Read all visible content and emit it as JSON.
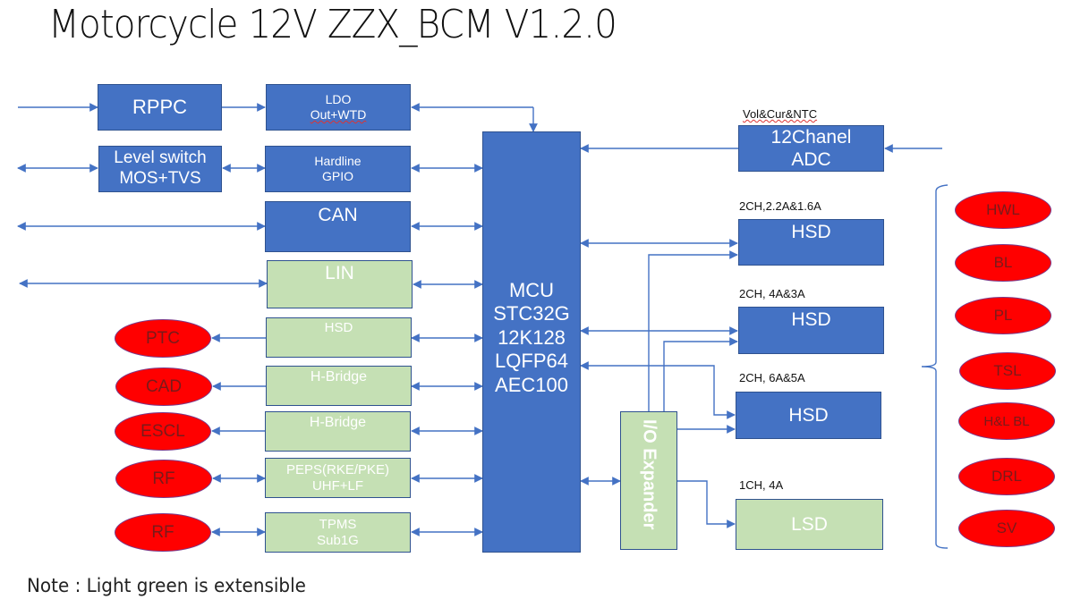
{
  "title": "Motorcycle 12V ZZX_BCM V1.2.0",
  "note": "Note : Light green is extensible",
  "colors": {
    "core_block": "#4472c4",
    "extensible_block": "#c5e0b4",
    "load_oval": "#ff0000",
    "wire": "#4472c4"
  },
  "left_blocks": {
    "rppc": {
      "lines": [
        "RPPC"
      ]
    },
    "level_switch": {
      "lines": [
        "Level switch",
        "MOS+TVS"
      ]
    },
    "ldo": {
      "lines": [
        "LDO",
        "Out+WTD"
      ]
    },
    "hardline": {
      "lines": [
        "Hardline",
        "GPIO"
      ]
    },
    "can": {
      "lines": [
        "CAN"
      ]
    },
    "lin": {
      "lines": [
        "LIN"
      ]
    },
    "hsd_left": {
      "lines": [
        "HSD"
      ]
    },
    "hbridge1": {
      "lines": [
        "H-Bridge"
      ]
    },
    "hbridge2": {
      "lines": [
        "H-Bridge"
      ]
    },
    "peps": {
      "lines": [
        "PEPS(RKE/PKE)",
        "UHF+LF"
      ]
    },
    "tpms": {
      "lines": [
        "TPMS",
        "Sub1G"
      ]
    }
  },
  "left_loads": [
    "PTC",
    "CAD",
    "ESCL",
    "RF",
    "RF"
  ],
  "mcu": {
    "lines": [
      "MCU",
      "STC32G",
      "12K128",
      "LQFP64",
      "AEC100"
    ]
  },
  "io_expander": {
    "label": "I/O Expander"
  },
  "right_blocks": {
    "adc": {
      "caption": "Vol&Cur&NTC",
      "lines": [
        "12Chanel",
        "ADC"
      ]
    },
    "hsd1": {
      "caption": "2CH,2.2A&1.6A",
      "lines": [
        "HSD"
      ]
    },
    "hsd2": {
      "caption": "2CH, 4A&3A",
      "lines": [
        "HSD"
      ]
    },
    "hsd3": {
      "caption": "2CH, 6A&5A",
      "lines": [
        "HSD"
      ]
    },
    "lsd": {
      "caption": "1CH, 4A",
      "lines": [
        "LSD"
      ]
    }
  },
  "right_loads": [
    "HWL",
    "BL",
    "PL",
    "TSL",
    "H&L BL",
    "DRL",
    "SV"
  ]
}
